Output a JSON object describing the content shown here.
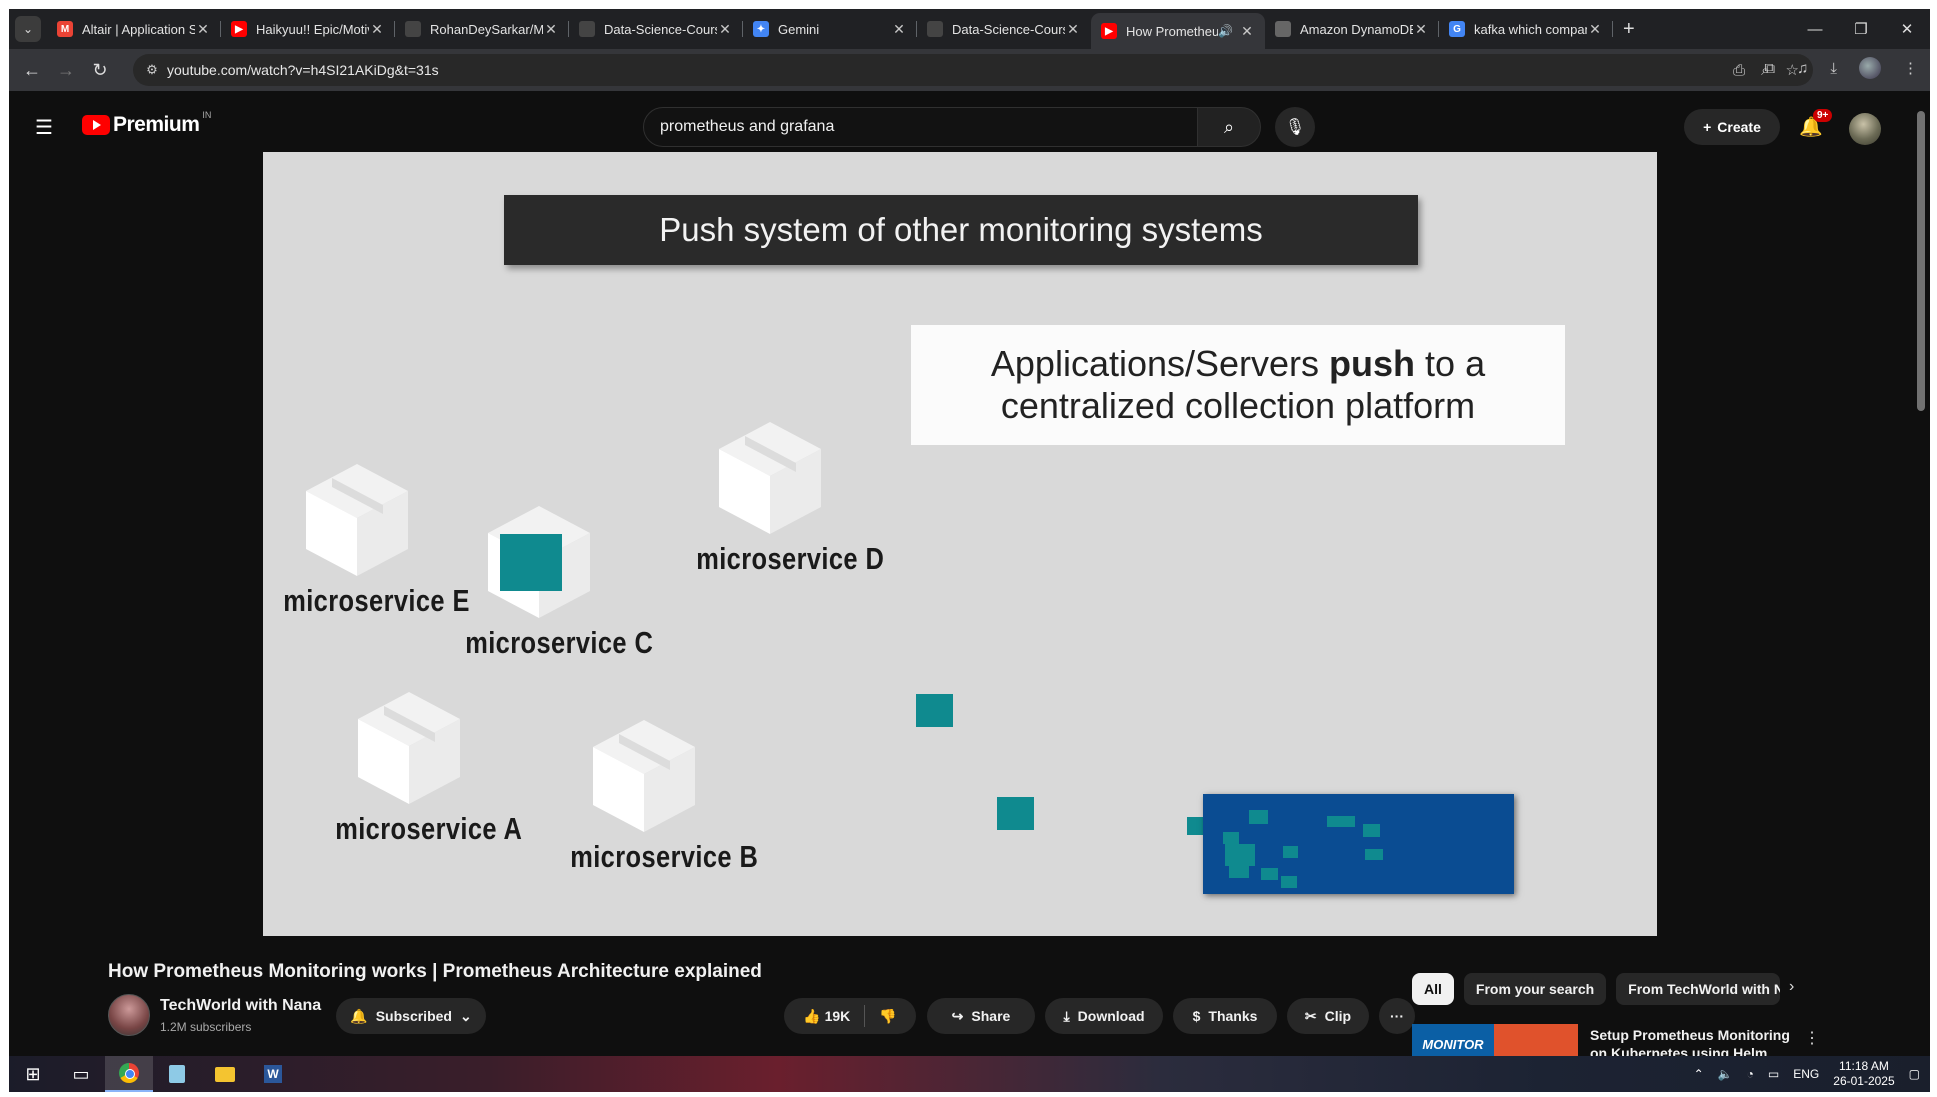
{
  "browser": {
    "tabs": [
      {
        "title": "Altair | Application St",
        "fav": "M",
        "favcolor": "#ea4335"
      },
      {
        "title": "Haikyuu!! Epic/Motiva",
        "fav": "▶",
        "favcolor": "#ff0000"
      },
      {
        "title": "RohanDeySarkar/Mis",
        "fav": "",
        "favcolor": "#444"
      },
      {
        "title": "Data-Science-Course",
        "fav": "",
        "favcolor": "#444"
      },
      {
        "title": "Gemini",
        "fav": "✦",
        "favcolor": "#4285f4"
      },
      {
        "title": "Data-Science-Course",
        "fav": "",
        "favcolor": "#444"
      },
      {
        "title": "How Prometheus",
        "fav": "▶",
        "favcolor": "#ff0000"
      },
      {
        "title": "Amazon DynamoDB",
        "fav": "",
        "favcolor": "#666"
      },
      {
        "title": "kafka which company",
        "fav": "G",
        "favcolor": "#4285f4"
      }
    ],
    "url": "youtube.com/watch?v=h4SI21AKiDg&t=31s"
  },
  "youtube": {
    "logo_text": "Premium",
    "region": "IN",
    "search_query": "prometheus and grafana",
    "create_label": "Create",
    "notif_badge": "9+"
  },
  "video": {
    "slide_title": "Push system of other monitoring systems",
    "callout_line1_pre": "Applications/Servers ",
    "callout_line1_bold": "push",
    "callout_line1_post": " to a",
    "callout_line2": "centralized collection platform",
    "microservices": {
      "e": "microservice E",
      "c": "microservice C",
      "d": "microservice D",
      "a": "microservice A",
      "b": "microservice B"
    },
    "title": "How Prometheus Monitoring works | Prometheus Architecture explained",
    "channel": "TechWorld with Nana",
    "subscribers": "1.2M subscribers",
    "subscribed_label": "Subscribed",
    "likes": "19K",
    "share_label": "Share",
    "download_label": "Download",
    "thanks_label": "Thanks",
    "clip_label": "Clip"
  },
  "sidebar": {
    "chips": [
      "All",
      "From your search",
      "From TechWorld with N"
    ],
    "rec_thumb_label": "MONITOR",
    "rec_title": "Setup Prometheus Monitoring on Kubernetes using Helm and"
  },
  "taskbar": {
    "lang": "ENG",
    "time": "11:18 AM",
    "date": "26-01-2025"
  }
}
